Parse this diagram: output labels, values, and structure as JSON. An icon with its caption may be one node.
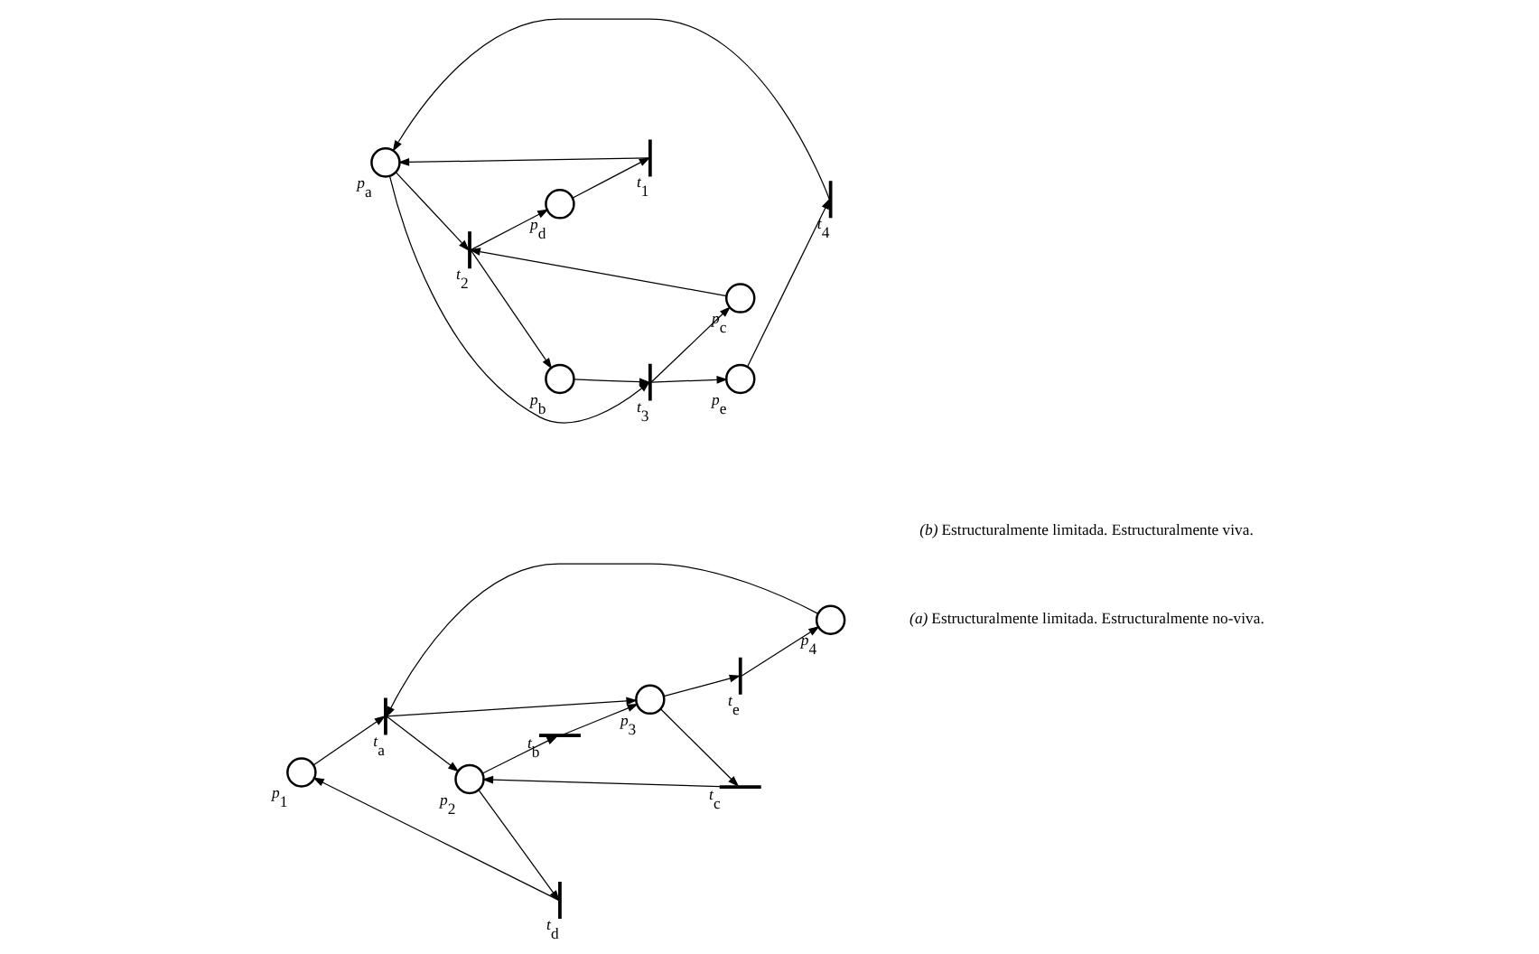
{
  "diagram": {
    "nodes": [
      {
        "text": [],
        "shape": "circle",
        "beside": [
          "*p*$_{1}$"
        ]
      },
      {
        "text": [],
        "shape": "circle",
        "beside": [
          "*p*$_{2}$"
        ]
      },
      {
        "text": [],
        "shape": "circle",
        "beside": [
          "*p*$_{3}$"
        ]
      },
      {
        "text": [],
        "shape": "circle",
        "beside": [
          "*p*$_{4}$"
        ]
      },
      {
        "text": [],
        "shape": "bar",
        "beside": [
          "*t*$_{a}$"
        ]
      },
      {
        "text": [],
        "shape": "bar",
        "beside": [
          "*t*$_{b}$"
        ]
      },
      {
        "text": [],
        "shape": "bar",
        "beside": [
          "*t*$_{c}$"
        ]
      },
      {
        "text": [],
        "shape": "bar",
        "beside": [
          "*t*$_{d}$"
        ]
      },
      {
        "text": [],
        "shape": "bar",
        "beside": [
          "*t*$_{e}$"
        ]
      },
      {
        "text": [],
        "shape": "circle",
        "beside": [
          "*p*$_{a}$"
        ]
      },
      {
        "text": [],
        "shape": "circle",
        "beside": [
          "*p*$_{b}$"
        ]
      },
      {
        "text": [],
        "shape": "circle",
        "beside": [
          "*p*$_{c}$"
        ]
      },
      {
        "text": [],
        "shape": "circle",
        "beside": [
          "*p*$_{d}$"
        ]
      },
      {
        "text": [],
        "shape": "circle",
        "beside": [
          "*p*$_{e}$"
        ]
      },
      {
        "text": [],
        "shape": "bar",
        "beside": [
          "*t*$_{1}$"
        ]
      },
      {
        "text": [],
        "shape": "bar",
        "beside": [
          "*t*$_{2}$"
        ]
      },
      {
        "text": [],
        "shape": "bar",
        "beside": [
          "*t*$_{3}$"
        ]
      },
      {
        "text": [],
        "shape": "bar",
        "beside": [
          "*t*$_{4}$"
        ]
      }
    ],
    "edges": [
      {
        "from": 0,
        "to": 4,
        "arrow": "to"
      },
      {
        "from": 4,
        "to": 1,
        "arrow": "to"
      },
      {
        "from": 4,
        "to": 2,
        "arrow": "to"
      },
      {
        "from": 1,
        "to": 5,
        "arrow": "to"
      },
      {
        "from": 5,
        "to": 2,
        "arrow": "to"
      },
      {
        "from": 2,
        "to": 6,
        "arrow": "to"
      },
      {
        "from": 6,
        "to": 1,
        "arrow": "to"
      },
      {
        "from": 1,
        "to": 7,
        "arrow": "to"
      },
      {
        "from": 7,
        "to": 0,
        "arrow": "to"
      },
      {
        "from": 2,
        "to": 8,
        "arrow": "to"
      },
      {
        "from": 8,
        "to": 3,
        "arrow": "to"
      },
      {
        "from": 3,
        "to": 4,
        "arrow": "to"
      },
      {
        "from": 12,
        "to": 14,
        "arrow": "to"
      },
      {
        "from": 14,
        "to": 9,
        "arrow": "to"
      },
      {
        "from": 9,
        "to": 15,
        "arrow": "to"
      },
      {
        "from": 15,
        "to": 12,
        "arrow": "to"
      },
      {
        "from": 15,
        "to": 10,
        "arrow": "to"
      },
      {
        "from": 11,
        "to": 15,
        "arrow": "to"
      },
      {
        "from": 10,
        "to": 16,
        "arrow": "to"
      },
      {
        "from": 16,
        "to": 11,
        "arrow": "to"
      },
      {
        "from": 9,
        "to": 16,
        "arrow": "to"
      },
      {
        "from": 16,
        "to": 13,
        "arrow": "to"
      },
      {
        "from": 13,
        "to": 17,
        "arrow": "to"
      },
      {
        "from": 17,
        "to": 9,
        "arrow": "to"
      }
    ],
    "labels": [
      "*(a)* Estructuralmente limitada. Estructuralmente no-viva.",
      "*(b)* Estructuralmente limitada. Estructuralmente viva."
    ]
  }
}
